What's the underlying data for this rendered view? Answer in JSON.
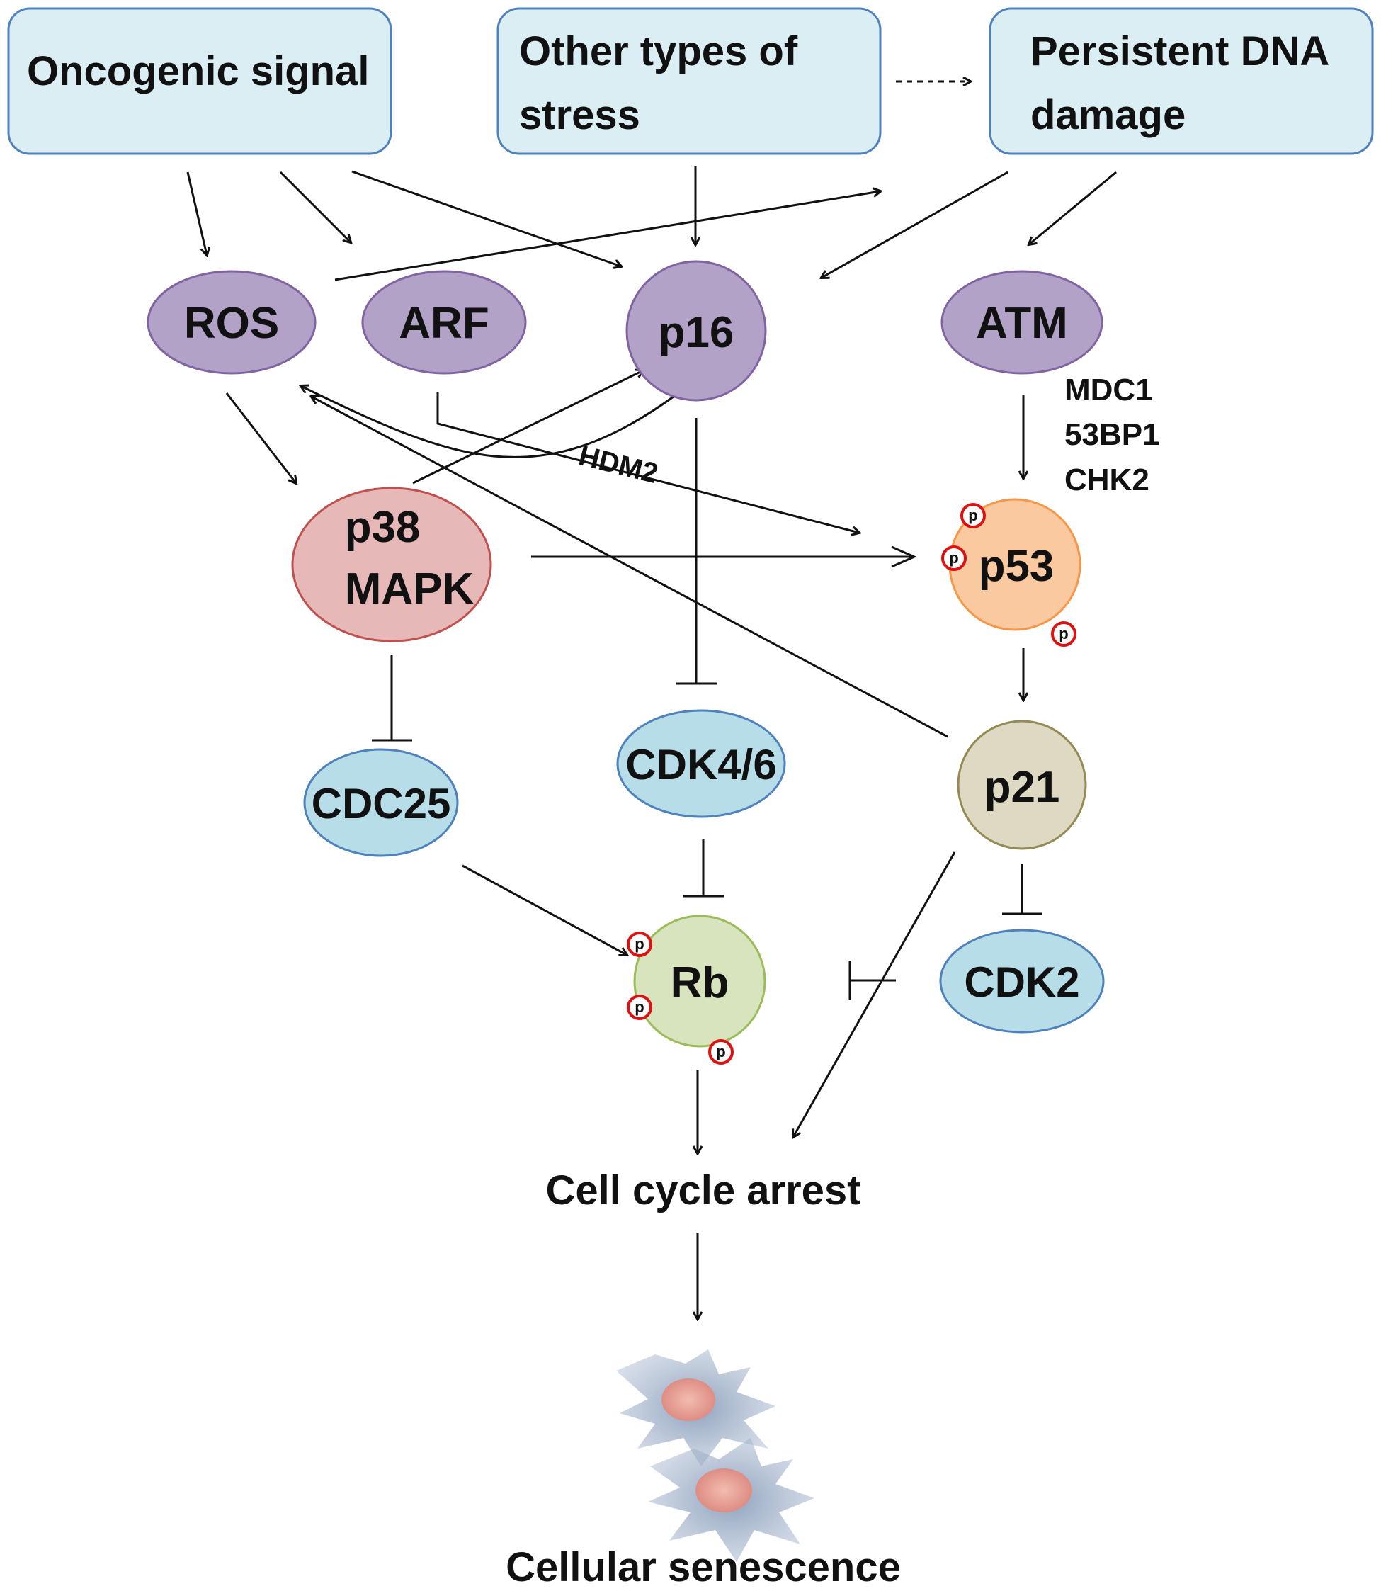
{
  "boxes": {
    "oncogenic": "Oncogenic signal",
    "stress_line1": "Other types of",
    "stress_line2": "stress",
    "dna_line1": "Persistent DNA",
    "dna_line2": "damage"
  },
  "nodes": {
    "ros": "ROS",
    "arf": "ARF",
    "p16": "p16",
    "atm": "ATM",
    "p38_line1": "p38",
    "p38_line2": "MAPK",
    "p53": "p53",
    "cdc25": "CDC25",
    "cdk46": "CDK4/6",
    "p21": "p21",
    "rb": "Rb",
    "cdk2": "CDK2"
  },
  "labels": {
    "mdc1": "MDC1",
    "bp53": "53BP1",
    "chk2": "CHK2",
    "hdm2": "HDM2",
    "phos": "p",
    "arrest": "Cell cycle arrest",
    "senescence": "Cellular senescence"
  },
  "colors": {
    "box_fill": "#daeef3",
    "box_stroke": "#4f81bd",
    "purple_node": "#b3a2c7",
    "purple_stroke": "#8064a2",
    "p38_fill": "#e6b9b8",
    "p38_stroke": "#c0504d",
    "p53_fill": "#fbc9a0",
    "p53_stroke": "#f79646",
    "blue_node": "#b7dee8",
    "blue_stroke": "#4f81bd",
    "p21_fill": "#ddd9c3",
    "p21_stroke": "#948a54",
    "rb_fill": "#d7e4bd",
    "rb_stroke": "#9bbb59",
    "phospho_ring": "#e01010"
  },
  "icons": {
    "senescent_cells": "senescent-cell-icon"
  }
}
